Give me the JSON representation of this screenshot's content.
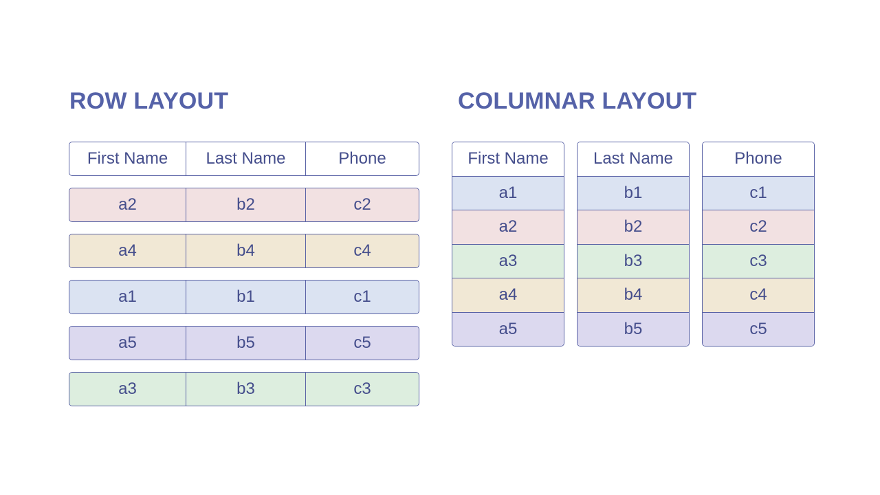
{
  "colors": {
    "white": "#ffffff",
    "pink": "#f2e1e2",
    "yellow": "#f1e8d5",
    "blue": "#dbe3f2",
    "purple": "#dcd9ef",
    "green": "#ddeedf",
    "border": "#5a63a6",
    "title": "#5562a8"
  },
  "row_layout": {
    "title": "ROW LAYOUT",
    "header": [
      "First Name",
      "Last Name",
      "Phone"
    ],
    "rows": [
      {
        "cells": [
          "a2",
          "b2",
          "c2"
        ],
        "color": "pink"
      },
      {
        "cells": [
          "a4",
          "b4",
          "c4"
        ],
        "color": "yellow"
      },
      {
        "cells": [
          "a1",
          "b1",
          "c1"
        ],
        "color": "blue"
      },
      {
        "cells": [
          "a5",
          "b5",
          "c5"
        ],
        "color": "purple"
      },
      {
        "cells": [
          "a3",
          "b3",
          "c3"
        ],
        "color": "green"
      }
    ]
  },
  "columnar_layout": {
    "title": "COLUMNAR LAYOUT",
    "columns": [
      {
        "header": "First Name",
        "values": [
          "a1",
          "a2",
          "a3",
          "a4",
          "a5"
        ]
      },
      {
        "header": "Last Name",
        "values": [
          "b1",
          "b2",
          "b3",
          "b4",
          "b5"
        ]
      },
      {
        "header": "Phone",
        "values": [
          "c1",
          "c2",
          "c3",
          "c4",
          "c5"
        ]
      }
    ],
    "row_colors": [
      "blue",
      "pink",
      "green",
      "yellow",
      "purple"
    ]
  }
}
